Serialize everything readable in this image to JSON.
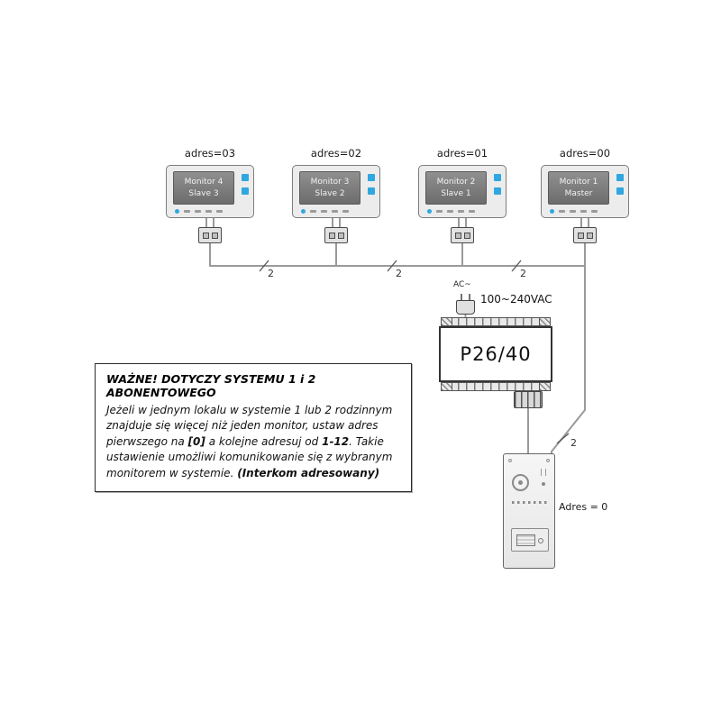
{
  "monitors": [
    {
      "adres": "adres=03",
      "name": "Monitor 4",
      "role": "Slave 3"
    },
    {
      "adres": "adres=02",
      "name": "Monitor 3",
      "role": "Slave 2"
    },
    {
      "adres": "adres=01",
      "name": "Monitor 2",
      "role": "Slave 1"
    },
    {
      "adres": "adres=00",
      "name": "Monitor 1",
      "role": "Master"
    }
  ],
  "power_supply": {
    "model": "P26/40",
    "ac": "AC~",
    "voltage": "100~240VAC"
  },
  "door_station": {
    "address": "Adres = 0"
  },
  "labels": {
    "pair_count": "2"
  },
  "notice": {
    "title": "WAŻNE! DOTYCZY SYSTEMU 1 i 2 ABONENTOWEGO",
    "seg1": "Jeżeli w jednym lokalu w systemie 1 lub 2 rodzinnym znajduje się więcej niż jeden monitor, ustaw adres pierwszego na ",
    "seg2": "[0]",
    "seg3": " a kolejne adresuj od ",
    "seg4": "1-12",
    "seg5": ". Takie ustawienie umożliwi komunikowanie się z wybranym monitorem w systemie. ",
    "seg6": "(Interkom adresowany)"
  },
  "colors": {
    "accent_blue": "#2fa7e0",
    "wire_gray": "#9a9a9a"
  }
}
